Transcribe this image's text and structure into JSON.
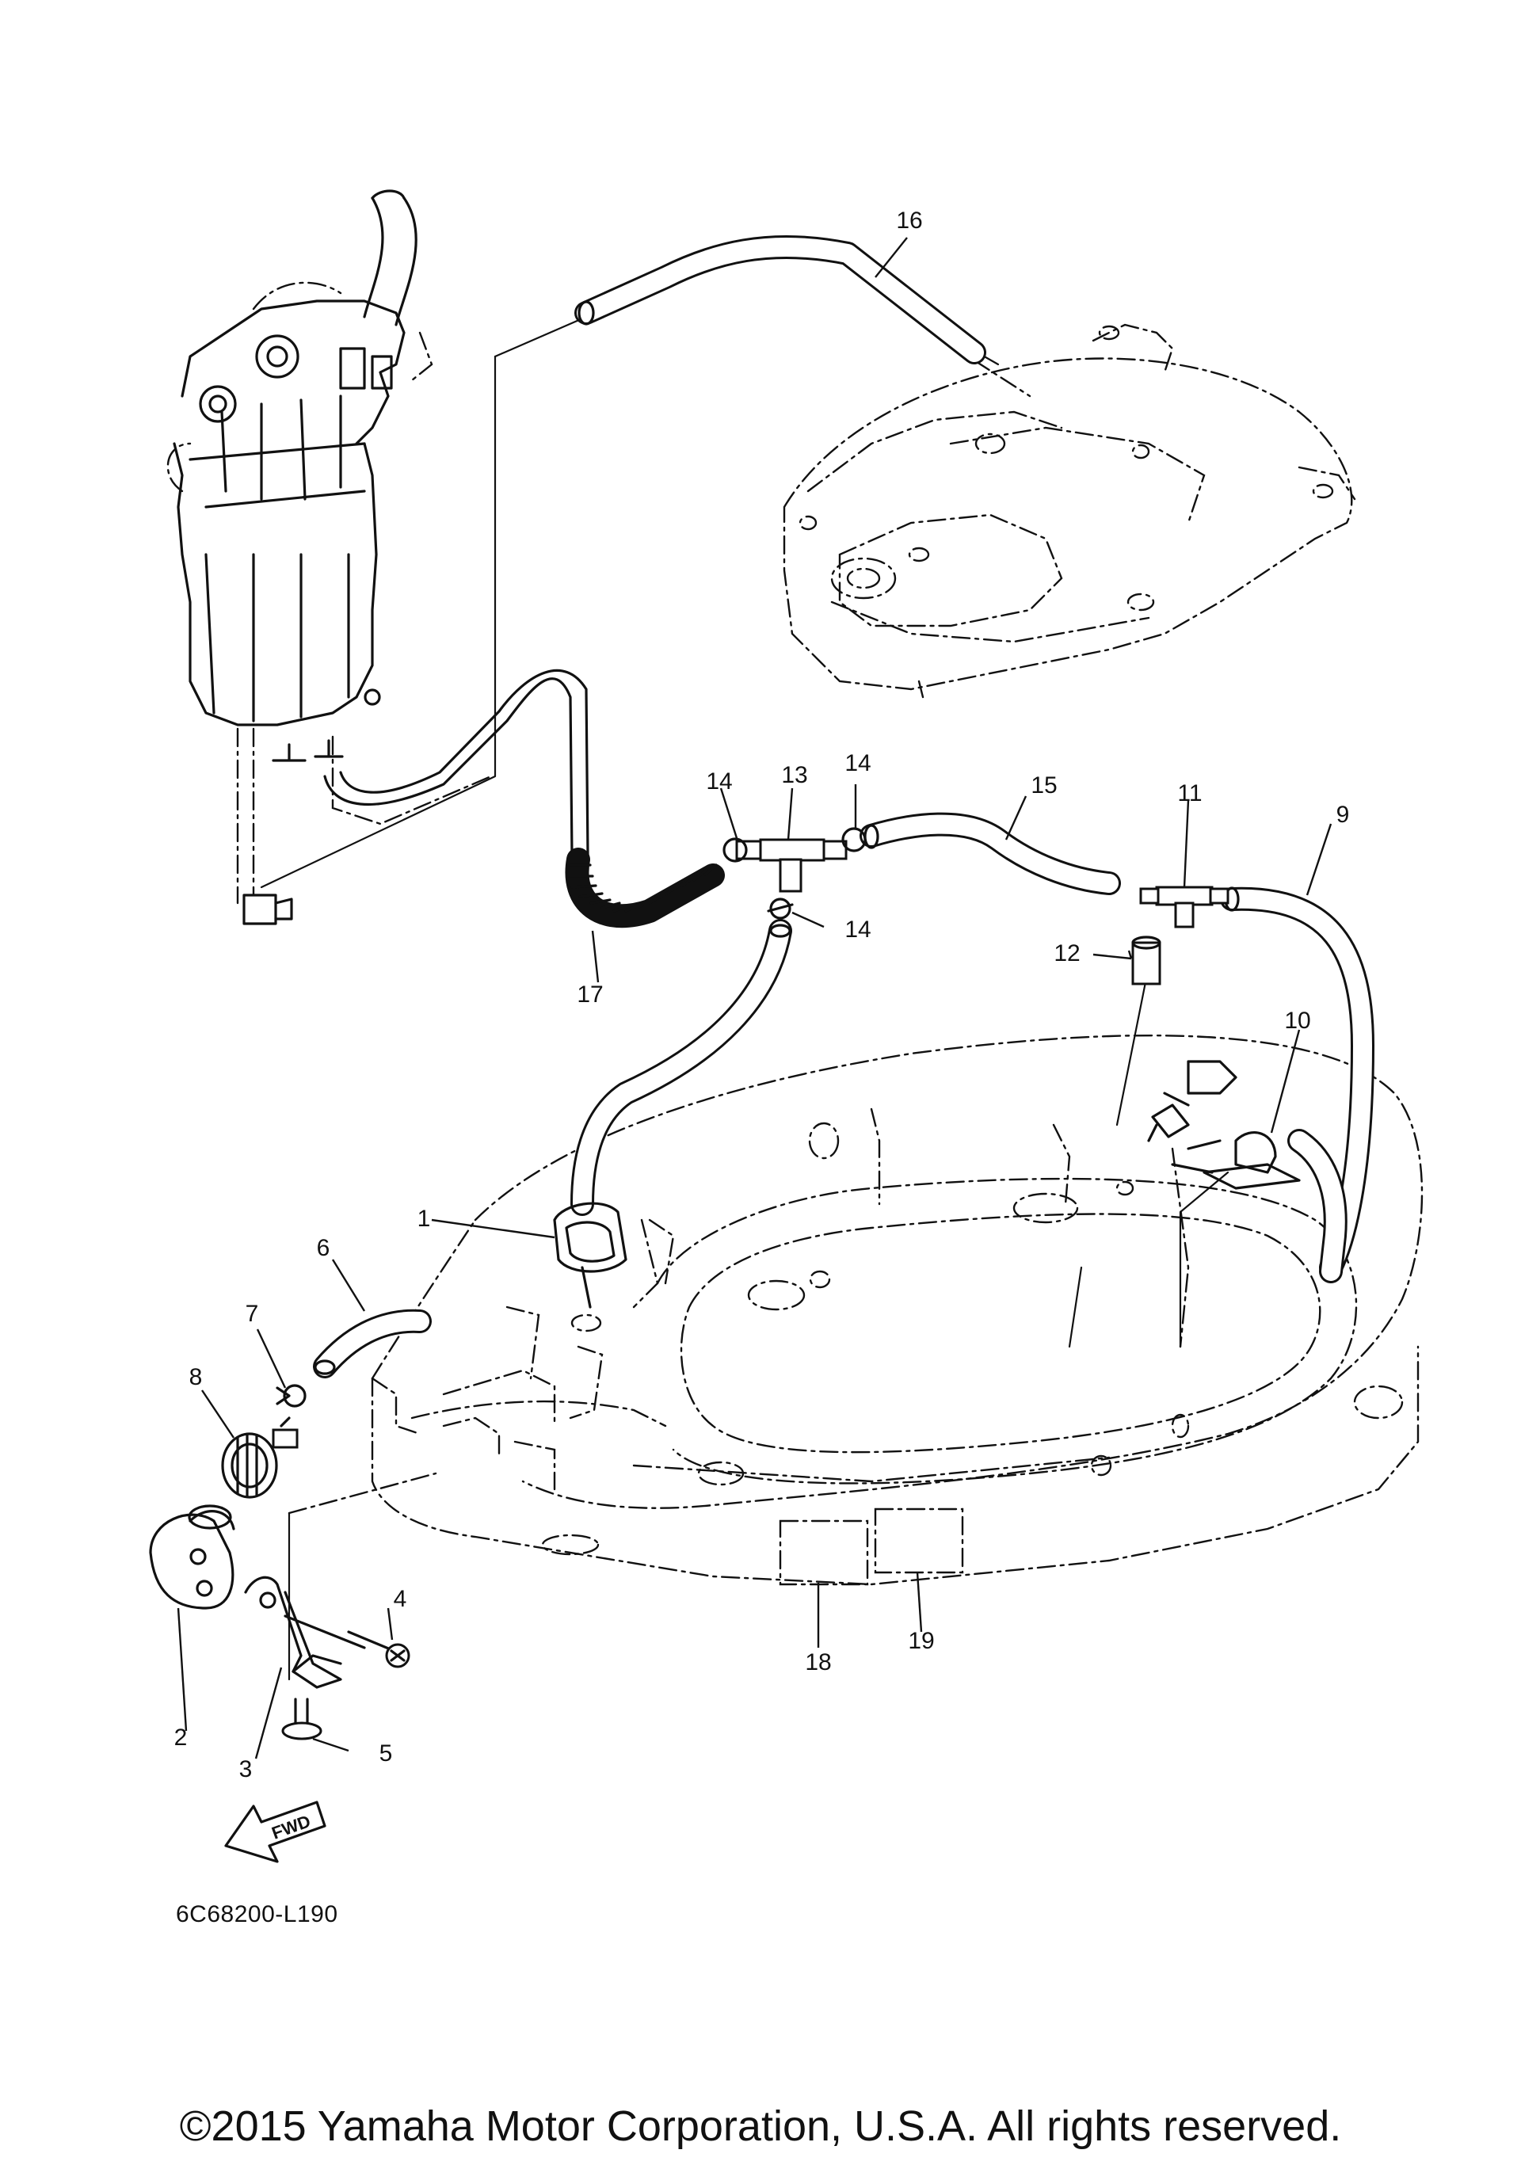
{
  "diagram": {
    "callouts": [
      "1",
      "2",
      "3",
      "4",
      "5",
      "6",
      "7",
      "8",
      "9",
      "10",
      "11",
      "12",
      "13",
      "14",
      "14",
      "14",
      "15",
      "16",
      "17",
      "18",
      "19"
    ],
    "fwd_label": "FWD",
    "part_code": "6C68200-L190"
  },
  "footer": {
    "copyright": "©2015 Yamaha Motor Corporation, U.S.A. All rights reserved."
  }
}
